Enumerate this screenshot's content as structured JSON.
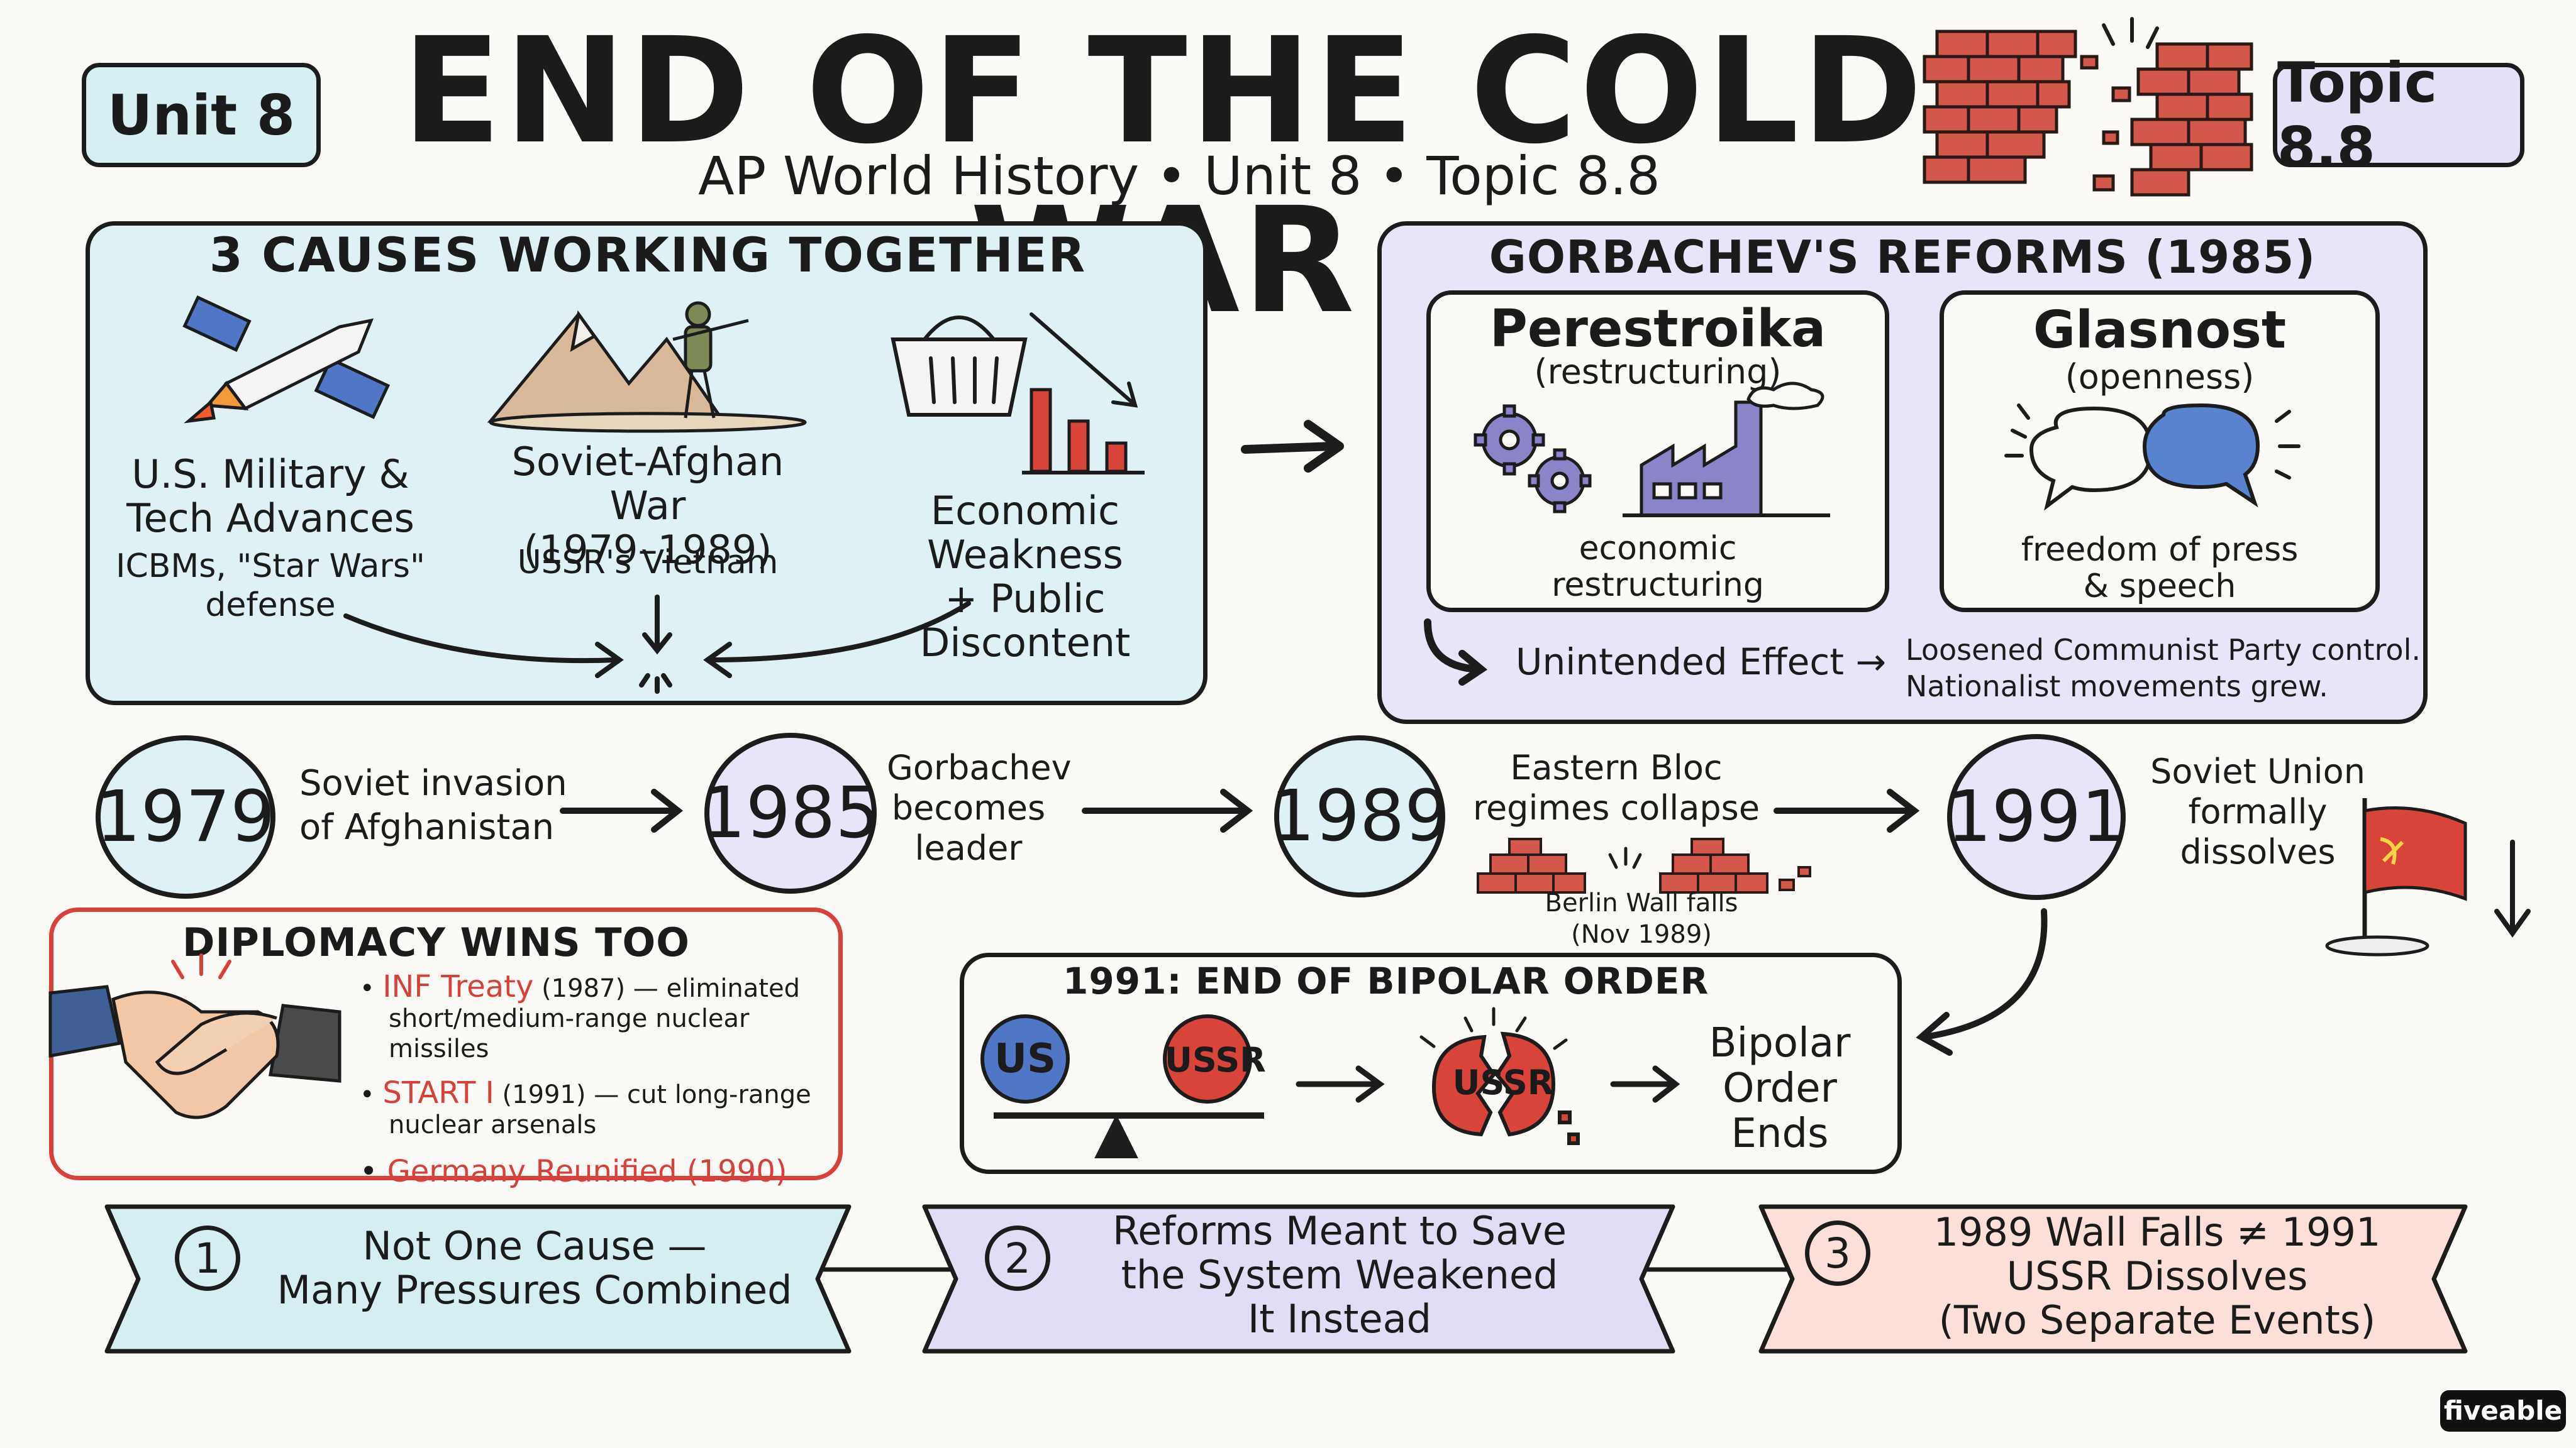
{
  "header": {
    "unit_tag": "Unit 8",
    "topic_tag": "Topic 8.8",
    "title": "END OF THE COLD WAR",
    "subtitle": "AP World History • Unit 8 • Topic 8.8"
  },
  "causes": {
    "heading": "3 CAUSES WORKING TOGETHER",
    "items": [
      {
        "title_line1": "U.S. Military &",
        "title_line2": "Tech Advances",
        "sub_line1": "ICBMs, \"Star Wars\"",
        "sub_line2": "defense"
      },
      {
        "title_line1": "Soviet-Afghan War",
        "title_line2": "(1979–1989)",
        "sub_line1": "USSR's Vietnam"
      },
      {
        "title_line1": "Economic Weakness",
        "title_line2": "+ Public Discontent"
      }
    ]
  },
  "reforms": {
    "heading": "GORBACHEV'S REFORMS (1985)",
    "perestroika": {
      "name": "Perestroika",
      "gloss": "(restructuring)",
      "desc_line1": "economic",
      "desc_line2": "restructuring"
    },
    "glasnost": {
      "name": "Glasnost",
      "gloss": "(openness)",
      "desc_line1": "freedom of press",
      "desc_line2": "& speech"
    },
    "effect_label": "Unintended Effect →",
    "effect_line1": "Loosened Communist Party control.",
    "effect_line2": "Nationalist movements grew."
  },
  "timeline": [
    {
      "year": "1979",
      "line1": "Soviet invasion",
      "line2": "of Afghanistan"
    },
    {
      "year": "1985",
      "line1": "Gorbachev",
      "line2": "becomes",
      "line3": "leader"
    },
    {
      "year": "1989",
      "line1": "Eastern Bloc",
      "line2": "regimes collapse",
      "note_line1": "Berlin Wall falls",
      "note_line2": "(Nov 1989)"
    },
    {
      "year": "1991",
      "line1": "Soviet Union",
      "line2": "formally",
      "line3": "dissolves"
    }
  ],
  "diplomacy": {
    "heading": "DIPLOMACY WINS TOO",
    "items": [
      {
        "red": "INF Treaty",
        "rest": " (1987) — eliminated",
        "line2": "short/medium-range nuclear missiles"
      },
      {
        "red": "START I",
        "rest": " (1991) — cut long-range",
        "line2": "nuclear arsenals"
      },
      {
        "red": "Germany Reunified (1990)",
        "rest": "",
        "line2": ""
      }
    ]
  },
  "bipolar": {
    "heading": "1991: END OF BIPOLAR ORDER",
    "us": "US",
    "ussr": "USSR",
    "broken": "USSR",
    "result_line1": "Bipolar",
    "result_line2": "Order",
    "result_line3": "Ends"
  },
  "banners": [
    {
      "num": "1",
      "line1": "Not One Cause —",
      "line2": "Many Pressures Combined",
      "line3": ""
    },
    {
      "num": "2",
      "line1": "Reforms Meant to Save",
      "line2": "the System Weakened",
      "line3": "It Instead"
    },
    {
      "num": "3",
      "line1": "1989 Wall Falls ≠ 1991",
      "line2": "USSR Dissolves",
      "line3": "(Two Separate Events)"
    }
  ],
  "brand": "fiveable",
  "colors": {
    "blue_panel": "#dff1f4",
    "purple_panel": "#e9e4f7",
    "red_accent": "#d8403a",
    "brick": "#d4574c",
    "ussr_red": "#d9443a",
    "us_blue": "#4f77c6"
  }
}
